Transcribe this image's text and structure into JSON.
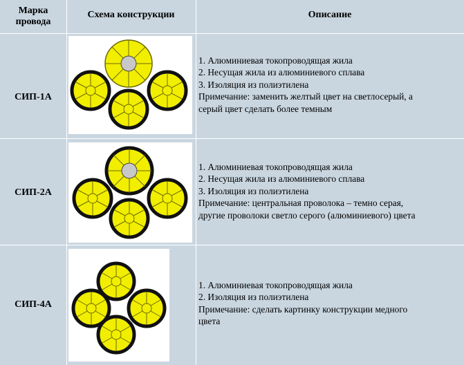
{
  "header": {
    "brand_line1": "Марка",
    "brand_line2": "провода",
    "scheme": "Схема конструкции",
    "description": "Описание"
  },
  "colors": {
    "header_bg": "#c9d6e0",
    "conductor_fill": "#f2ee00",
    "center_wire": "#c8c8c8",
    "insulation": "#111111"
  },
  "rows": [
    {
      "brand": "СИП-1А",
      "lines": [
        "1. Алюминиевая токопроводящая жила",
        "2. Несущая жила из алюминиевого сплава",
        "3. Изоляция из полиэтилена",
        "Примечание: заменить желтый цвет на светлосерый, а",
        "серый цвет сделать более темным"
      ]
    },
    {
      "brand": "СИП-2А",
      "lines": [
        "1. Алюминиевая токопроводящая жила",
        "2. Несущая жила из алюминиевого сплава",
        "3. Изоляция из полиэтилена",
        "Примечание: центральная проволока – темно серая,",
        "другие проволоки светло серого (алюминиевого) цвета"
      ]
    },
    {
      "brand": "СИП-4А",
      "lines": [
        "1. Алюминиевая токопроводящая жила",
        "2. Изоляция из полиэтилена",
        "Примечание: сделать картинку конструкции медного",
        "цвета"
      ]
    }
  ]
}
